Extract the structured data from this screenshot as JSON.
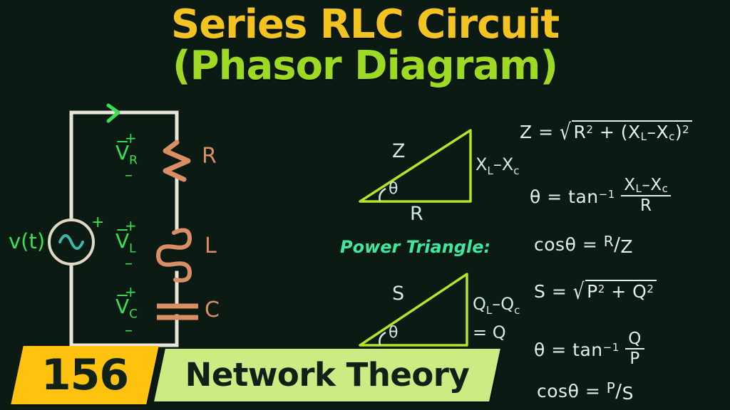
{
  "title": {
    "line1": "Series RLC Circuit",
    "line2": "(Phasor Diagram)",
    "color_line1": "#f3c321",
    "color_line2": "#9ed923"
  },
  "background_color": "#0b1a13",
  "circuit": {
    "source_label": "v(t)",
    "source_polarity": "+",
    "current_arrow": "›",
    "components": [
      {
        "ref": "R",
        "voltage_label": "V̅",
        "voltage_sub": "R",
        "plus": "+",
        "minus": "–",
        "type": "resistor"
      },
      {
        "ref": "L",
        "voltage_label": "V̅",
        "voltage_sub": "L",
        "plus": "+",
        "minus": "–",
        "type": "inductor"
      },
      {
        "ref": "C",
        "voltage_label": "V̅",
        "voltage_sub": "C",
        "plus": "+",
        "minus": "–",
        "type": "capacitor"
      }
    ],
    "wire_color": "#e8e4d8",
    "component_color": "#d98e63",
    "label_color": "#38e055"
  },
  "impedance_triangle": {
    "hypotenuse_label": "Z",
    "vertical_label_main": "X",
    "vertical_label_sub1": "L",
    "vertical_label_minus": "–X",
    "vertical_label_sub2": "c",
    "base_label": "R",
    "angle_label": "θ",
    "stroke_color": "#b5e524"
  },
  "power_triangle": {
    "heading": "Power Triangle:",
    "hypotenuse_label": "S",
    "vertical_label_main": "Q",
    "vertical_label_sub1": "L",
    "vertical_label_minus": "–Q",
    "vertical_label_sub2": "c",
    "vertical_label_line2": "= Q",
    "angle_label": "θ",
    "stroke_color": "#b5e524",
    "heading_color": "#3fe8a0"
  },
  "equations": [
    {
      "id": "impedance-magnitude",
      "text": "Z = √(R² + (X_L–X_c)²)"
    },
    {
      "id": "impedance-angle",
      "text": "θ = tan⁻¹ (X_L–X_c)/R"
    },
    {
      "id": "power-factor-impedance",
      "text": "cosθ = R/Z"
    },
    {
      "id": "apparent-power",
      "text": "S = √(P² + Q²)"
    },
    {
      "id": "power-angle",
      "text": "θ = tan⁻¹ Q/P"
    },
    {
      "id": "power-factor-power",
      "text": "cosθ = P/S"
    }
  ],
  "equation_parts": {
    "Z": "Z",
    "eq": "=",
    "R": "R",
    "sup2": "2",
    "plus": "+",
    "paren_open": "(",
    "paren_close": ")",
    "XL": "X",
    "subL": "L",
    "minusX": "–X",
    "subc": "c",
    "theta": "θ",
    "tan": "tan",
    "inv": "−1",
    "cos": "cos",
    "S": "S",
    "P": "P",
    "Q": "Q",
    "slash_RZ_num": "R",
    "slash_RZ_den": "Z",
    "slash_PS_num": "P",
    "slash_PS_den": "S",
    "radical": "√"
  },
  "banner": {
    "number": "156",
    "subject": "Network Theory",
    "number_bg": "#ffc20e",
    "subject_bg": "#cdeb83",
    "text_color": "#102218"
  }
}
